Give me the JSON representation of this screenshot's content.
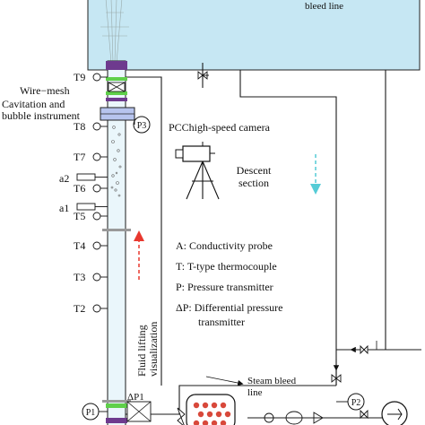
{
  "tank": {
    "bleed_label": "bleed line"
  },
  "sensors": {
    "t9": "T9",
    "t8": "T8",
    "t7": "T7",
    "t6": "T6",
    "t5": "T5",
    "t4": "T4",
    "t3": "T3",
    "t2": "T2",
    "a1": "a1",
    "a2": "a2",
    "p1": "P1",
    "p2": "P2",
    "p3": "P3",
    "dp1": "ΔP1"
  },
  "annotations": {
    "wire_mesh": "Wire−mesh",
    "cavitation_line1": "Cavitation and",
    "cavitation_line2": "bubble instrument",
    "camera": "PCChigh-speed camera",
    "descent_line1": "Descent",
    "descent_line2": "section",
    "lifting_line1": "Fluid lifting",
    "lifting_line2": "visualization",
    "steam_bleed_line1": "Steam bleed",
    "steam_bleed_line2": "line"
  },
  "legend": {
    "a": "A: Conductivity probe",
    "t": "T: T-type thermocouple",
    "p": "P: Pressure transmitter",
    "dp_line1": "ΔP: Differential pressure",
    "dp_line2": "transmitter"
  },
  "colors": {
    "tank_fill": "#c6e7f3",
    "riser_fill": "#eaf6fb",
    "descent_arrow": "#55ccd6",
    "lifting_arrow": "#e8382f",
    "heater_rods": "#d8483a",
    "ring_green": "#5fcf4a",
    "ring_purple": "#6e3a8e"
  }
}
